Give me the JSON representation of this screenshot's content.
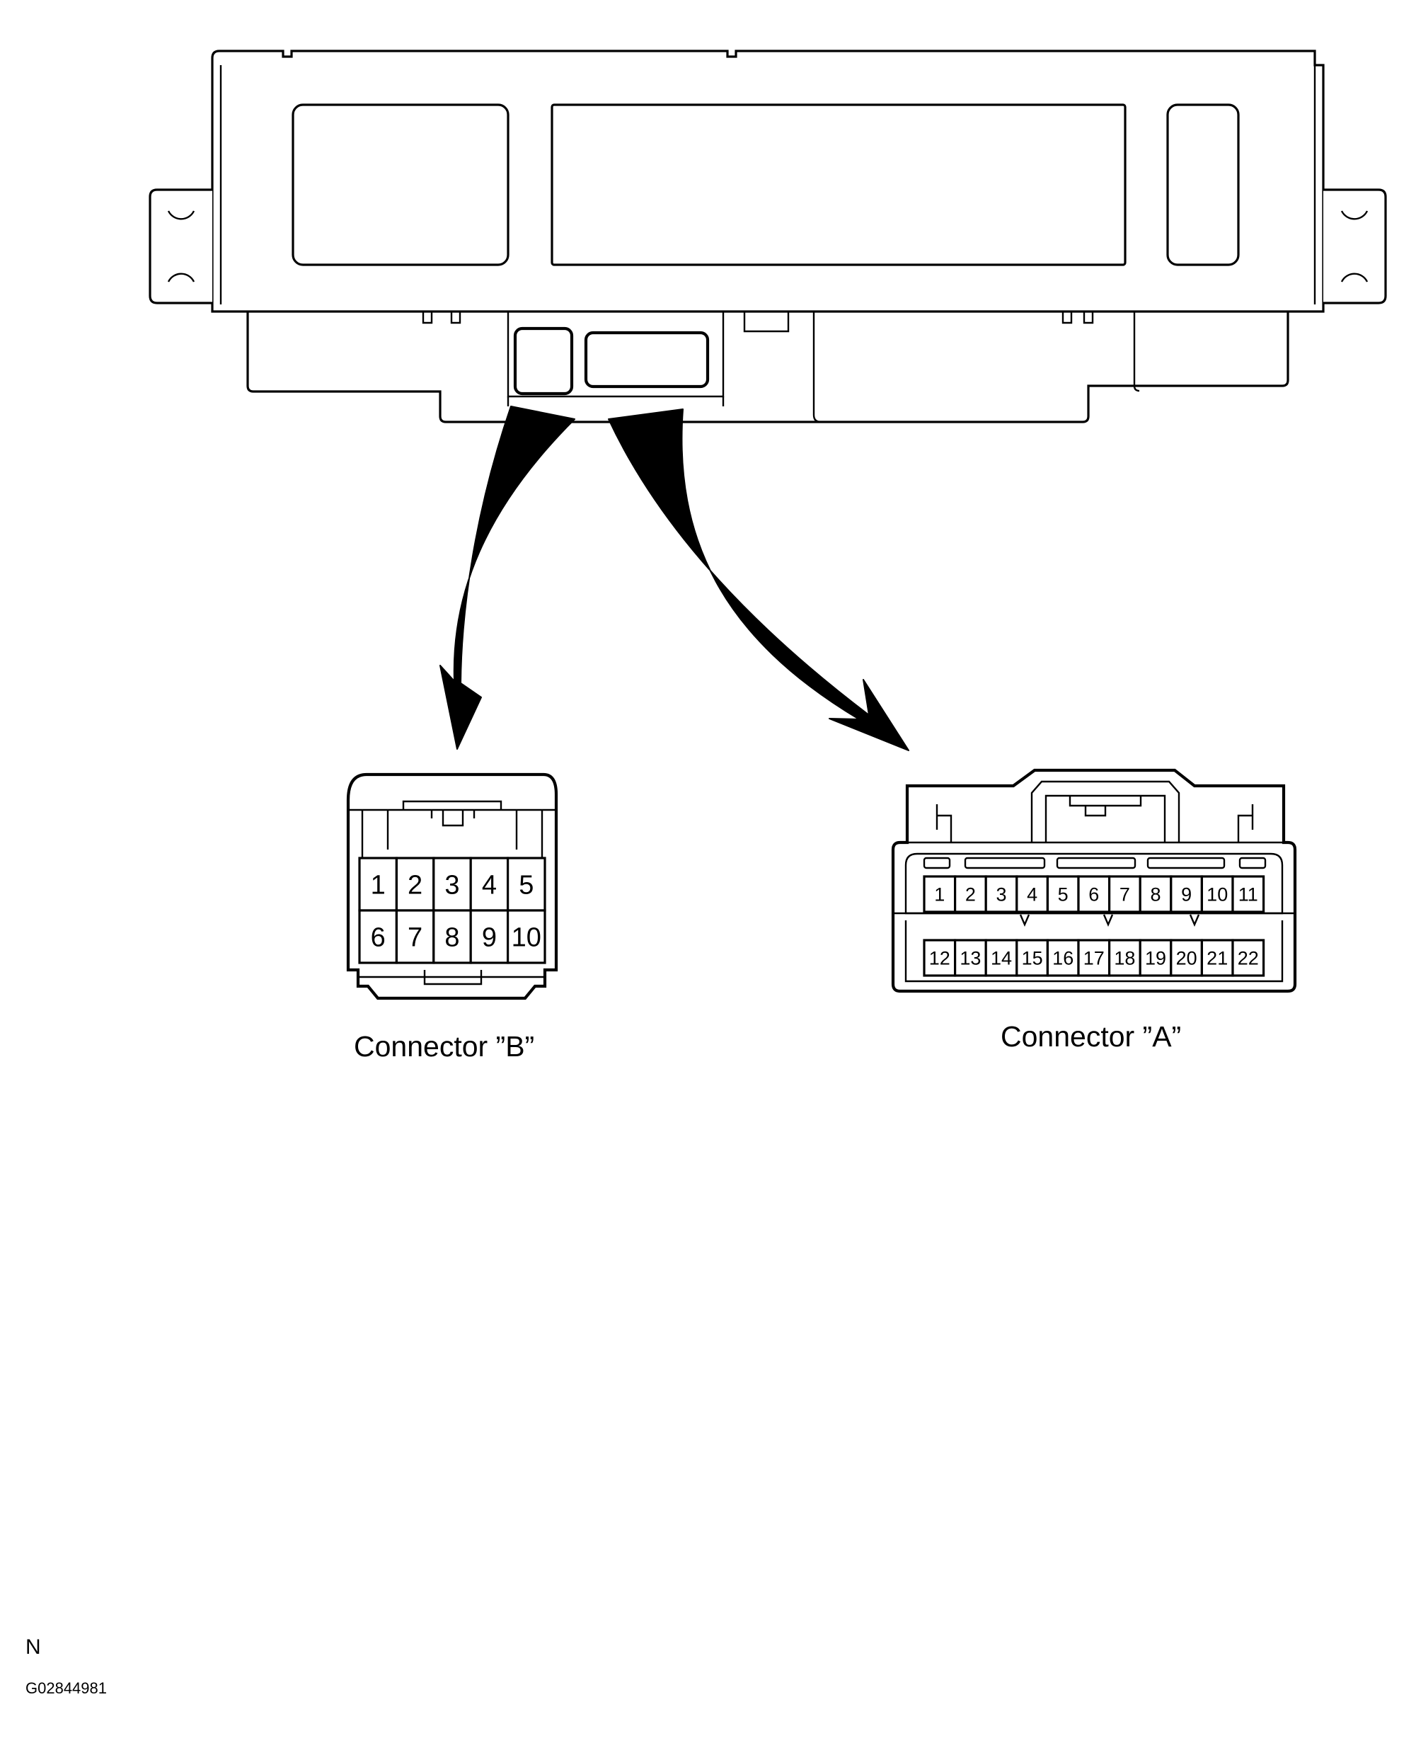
{
  "diagram": {
    "connector_b": {
      "label": "Connector ”B”",
      "rows": [
        [
          "1",
          "2",
          "3",
          "4",
          "5"
        ],
        [
          "6",
          "7",
          "8",
          "9",
          "10"
        ]
      ]
    },
    "connector_a": {
      "label": "Connector ”A”",
      "rows": [
        [
          "1",
          "2",
          "3",
          "4",
          "5",
          "6",
          "7",
          "8",
          "9",
          "10",
          "11"
        ],
        [
          "12",
          "13",
          "14",
          "15",
          "16",
          "17",
          "18",
          "19",
          "20",
          "21",
          "22"
        ]
      ]
    },
    "corner": {
      "letter": "N",
      "code": "G02844981"
    }
  }
}
